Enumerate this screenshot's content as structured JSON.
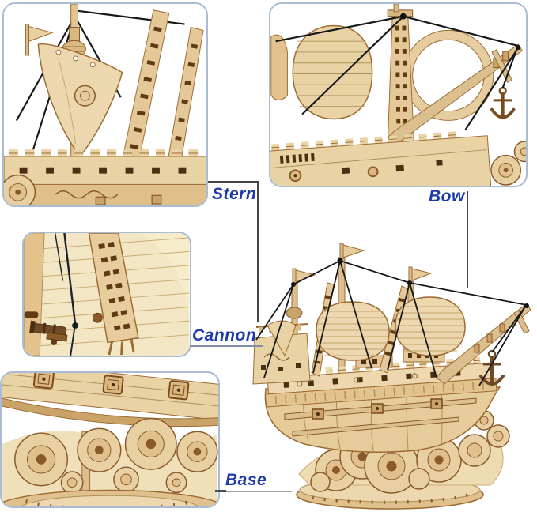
{
  "image_type": "product-feature-collage",
  "subject": "wooden 3d puzzle sailing ship model",
  "labels": {
    "stern": "Stern",
    "bow": "Bow",
    "cannon": "Cannon",
    "base": "Base"
  },
  "panels": [
    {
      "name": "stern-closeup-photo",
      "label_key": "stern"
    },
    {
      "name": "bow-closeup-photo",
      "label_key": "bow"
    },
    {
      "name": "cannon-closeup-photo",
      "label_key": "cannon"
    },
    {
      "name": "base-closeup-photo",
      "label_key": "base"
    },
    {
      "name": "full-ship-photo",
      "label_key": null
    }
  ],
  "colors": {
    "background": "#ffffff",
    "label_blue": "#1c3aa8",
    "photo_frame_border": "#aabbd6",
    "leader_line_dark": "#43474b",
    "cannon_underline": "#7e90a8",
    "base_underline": "#9aa0a6",
    "wood_light": "#ecd7ae",
    "wood_mid": "#e2c28d",
    "wood_dark_line": "#9c6b33",
    "cutout_dark": "#4a2f12",
    "rigging_black": "#17181a"
  }
}
